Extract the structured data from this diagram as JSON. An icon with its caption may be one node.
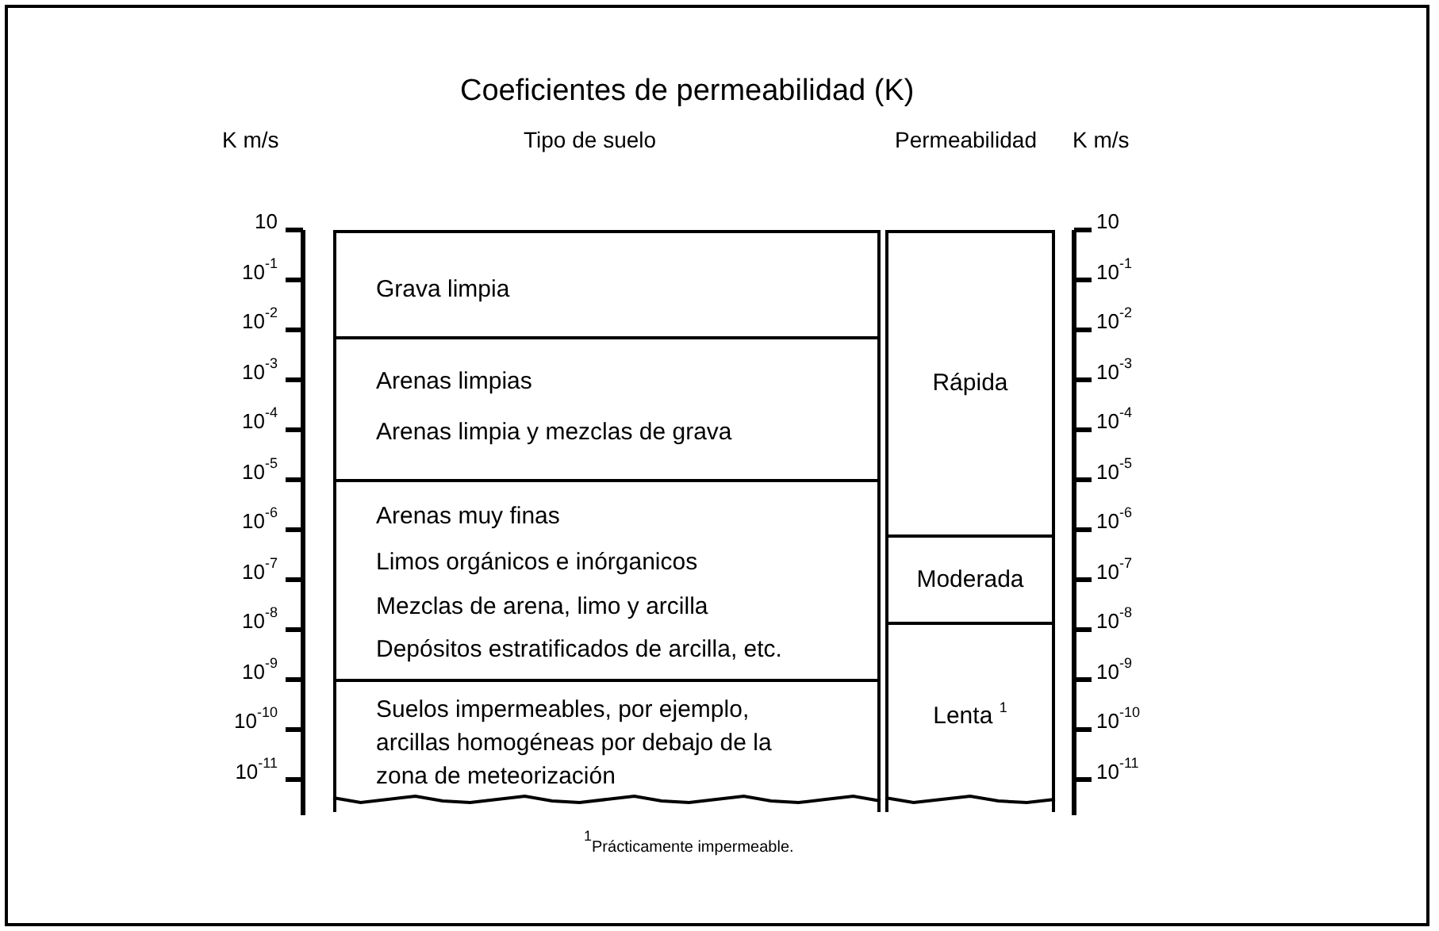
{
  "diagram": {
    "title": "Coeficientes de permeabilidad (K)",
    "nodes": [
      {
        "text": [
          "Grava limpia"
        ]
      },
      {
        "text": [
          "Arenas limpias",
          "Arenas limpia y mezclas de grava"
        ]
      },
      {
        "text": [
          "Arenas muy finas",
          "Limos orgánicos e inórganicos",
          "Mezclas de arena, limo y arcilla",
          "Depósitos estratificados de arcilla, etc."
        ]
      },
      {
        "text": [
          "Suelos impermeables, por ejemplo, arcillas homogéneas por debajo de la zona de meteorización"
        ]
      },
      {
        "text": [
          "Rápida"
        ]
      },
      {
        "text": [
          "Moderada"
        ]
      },
      {
        "text": [
          "Lenta $^{1}$"
        ]
      }
    ],
    "labels": [
      "K m/s",
      "Tipo de suelo",
      "Permeabilidad",
      "K m/s",
      "10",
      "10$^{-1}$",
      "10$^{-2}$",
      "10$^{-3}$",
      "10$^{-4}$",
      "10$^{-5}$",
      "10$^{-6}$",
      "10$^{-7}$",
      "10$^{-8}$",
      "10$^{-9}$",
      "10$^{-10}$",
      "10$^{-11}$",
      "10",
      "10$^{-1}$",
      "10$^{-2}$",
      "10$^{-3}$",
      "10$^{-4}$",
      "10$^{-5}$",
      "10$^{-6}$",
      "10$^{-7}$",
      "10$^{-8}$",
      "10$^{-9}$",
      "10$^{-10}$",
      "10$^{-11}$",
      "$^{1}$Prácticamente impermeable."
    ]
  }
}
